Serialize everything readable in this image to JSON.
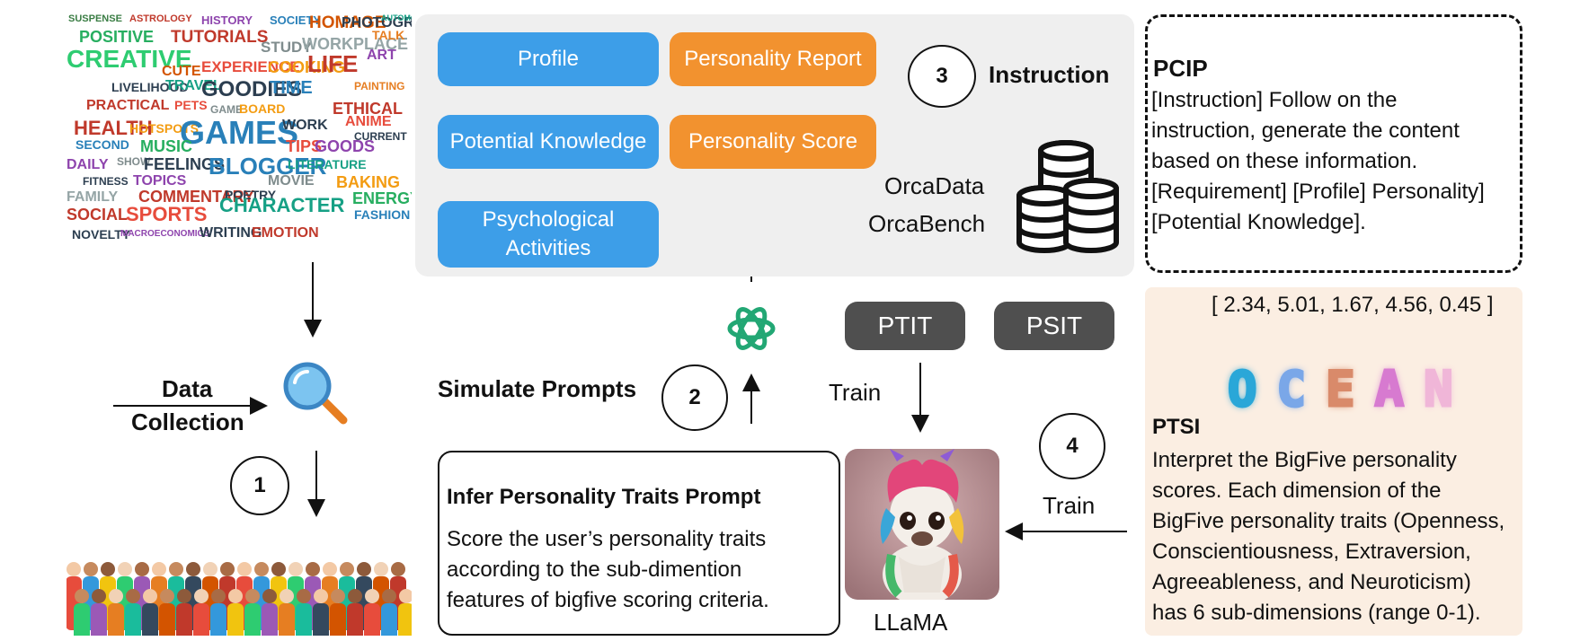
{
  "wordcloud": {
    "words": [
      {
        "t": "SUSPENSE",
        "c": "#3a7d44"
      },
      {
        "t": "ASTROLOGY",
        "c": "#c0392b"
      },
      {
        "t": "HISTORY",
        "c": "#8e44ad"
      },
      {
        "t": "SOCIETY",
        "c": "#2980b9"
      },
      {
        "t": "HOMAGE",
        "c": "#d35400"
      },
      {
        "t": "PHOTOGRAPHY",
        "c": "#2c3e50"
      },
      {
        "t": "AUTOMOTIVE",
        "c": "#16a085"
      },
      {
        "t": "POSITIVE",
        "c": "#27ae60"
      },
      {
        "t": "TUTORIALS",
        "c": "#c0392b"
      },
      {
        "t": "STUDY",
        "c": "#7f8c8d"
      },
      {
        "t": "WORKPLACE",
        "c": "#95a5a6"
      },
      {
        "t": "TALK",
        "c": "#e67e22"
      },
      {
        "t": "CREATIVE",
        "c": "#2ecc71"
      },
      {
        "t": "CUTE",
        "c": "#d35400"
      },
      {
        "t": "EXPERIENCE",
        "c": "#e74c3c"
      },
      {
        "t": "COOKING",
        "c": "#f39c12"
      },
      {
        "t": "LIFE",
        "c": "#c0392b"
      },
      {
        "t": "ART",
        "c": "#8e44ad"
      },
      {
        "t": "LIVELIHOOD",
        "c": "#2c3e50"
      },
      {
        "t": "TRAVEL",
        "c": "#16a085"
      },
      {
        "t": "GOODIES",
        "c": "#2c3e50"
      },
      {
        "t": "TIME",
        "c": "#2980b9"
      },
      {
        "t": "PAINTING",
        "c": "#e67e22"
      },
      {
        "t": "PRACTICAL",
        "c": "#c0392b"
      },
      {
        "t": "PETS",
        "c": "#e74c3c"
      },
      {
        "t": "GAME",
        "c": "#7f8c8d"
      },
      {
        "t": "BOARD",
        "c": "#f39c12"
      },
      {
        "t": "ETHICAL",
        "c": "#c0392b"
      },
      {
        "t": "HEALTH",
        "c": "#c0392b"
      },
      {
        "t": "HOTSPOTS",
        "c": "#f39c12"
      },
      {
        "t": "GAMES",
        "c": "#2980b9"
      },
      {
        "t": "WORK",
        "c": "#2c3e50"
      },
      {
        "t": "ANIME",
        "c": "#e74c3c"
      },
      {
        "t": "SECOND",
        "c": "#2980b9"
      },
      {
        "t": "MUSIC",
        "c": "#27ae60"
      },
      {
        "t": "CURRENT",
        "c": "#2c3e50"
      },
      {
        "t": "TIPS",
        "c": "#e74c3c"
      },
      {
        "t": "GOODS",
        "c": "#8e44ad"
      },
      {
        "t": "DAILY",
        "c": "#8e44ad"
      },
      {
        "t": "SHOW",
        "c": "#7f8c8d"
      },
      {
        "t": "FEELINGS",
        "c": "#2c3e50"
      },
      {
        "t": "BLOGGER",
        "c": "#2980b9"
      },
      {
        "t": "LITERATURE",
        "c": "#16a085"
      },
      {
        "t": "FITNESS",
        "c": "#2c3e50"
      },
      {
        "t": "TOPICS",
        "c": "#8e44ad"
      },
      {
        "t": "MOVIE",
        "c": "#7f8c8d"
      },
      {
        "t": "BAKING",
        "c": "#f39c12"
      },
      {
        "t": "FAMILY",
        "c": "#95a5a6"
      },
      {
        "t": "COMMENTARY",
        "c": "#c0392b"
      },
      {
        "t": "POETRY",
        "c": "#2c3e50"
      },
      {
        "t": "ENERGY",
        "c": "#27ae60"
      },
      {
        "t": "SOCIAL",
        "c": "#c0392b"
      },
      {
        "t": "SPORTS",
        "c": "#e74c3c"
      },
      {
        "t": "CHARACTER",
        "c": "#16a085"
      },
      {
        "t": "FASHION",
        "c": "#2980b9"
      },
      {
        "t": "NOVELTY",
        "c": "#2c3e50"
      },
      {
        "t": "MACROECONOMICS",
        "c": "#8e44ad"
      },
      {
        "t": "WRITING",
        "c": "#2c3e50"
      },
      {
        "t": "EMOTION",
        "c": "#c0392b"
      }
    ]
  },
  "step1": {
    "num": "1",
    "label_line1": "Data",
    "label_line2": "Collection"
  },
  "panel": {
    "profile": "Profile",
    "personality_report": "Personality Report",
    "potential_knowledge": "Potential Knowledge",
    "personality_score": "Personality Score",
    "psych_line1": "Psychological",
    "psych_line2": "Activities",
    "step3_num": "3",
    "instruction": "Instruction",
    "orcadata": "OrcaData",
    "orcabench": "OrcaBench"
  },
  "step2": {
    "num": "2",
    "label": "Simulate Prompts"
  },
  "infer": {
    "title": "Infer Personality Traits Prompt",
    "line1": "Score the user’s personality traits",
    "line2": "according to the sub-dimention",
    "line3": "features of bigfive scoring criteria."
  },
  "train_pills": {
    "ptit": "PTIT",
    "psit": "PSIT",
    "train1": "Train",
    "train2": "Train"
  },
  "llama": {
    "label": "LLaMA"
  },
  "step4": {
    "num": "4"
  },
  "pcip": {
    "title": "PCIP",
    "line1": "[Instruction] Follow on the",
    "line2": "instruction, generate the content",
    "line3": "based on these information.",
    "line4": "[Requirement] [Profile] Personality]",
    "line5": "[Potential Knowledge]."
  },
  "ptsi": {
    "scores": "[ 2.34, 5.01, 1.67, 4.56, 0.45 ]",
    "ocean": [
      "O",
      "C",
      "E",
      "A",
      "N"
    ],
    "ocean_colors": [
      "#2aa7d8",
      "#7aa7e8",
      "#d98a6a",
      "#d77ad0",
      "#f0b6d8"
    ],
    "title": "PTSI",
    "line1": "Interpret the BigFive personality",
    "line2": "scores. Each dimension of the",
    "line3": "BigFive personality traits (Openness,",
    "line4": "Conscientiousness, Extraversion,",
    "line5": "Agreeableness, and Neuroticism)",
    "line6": "has 6 sub-dimensions (range 0-1)."
  }
}
